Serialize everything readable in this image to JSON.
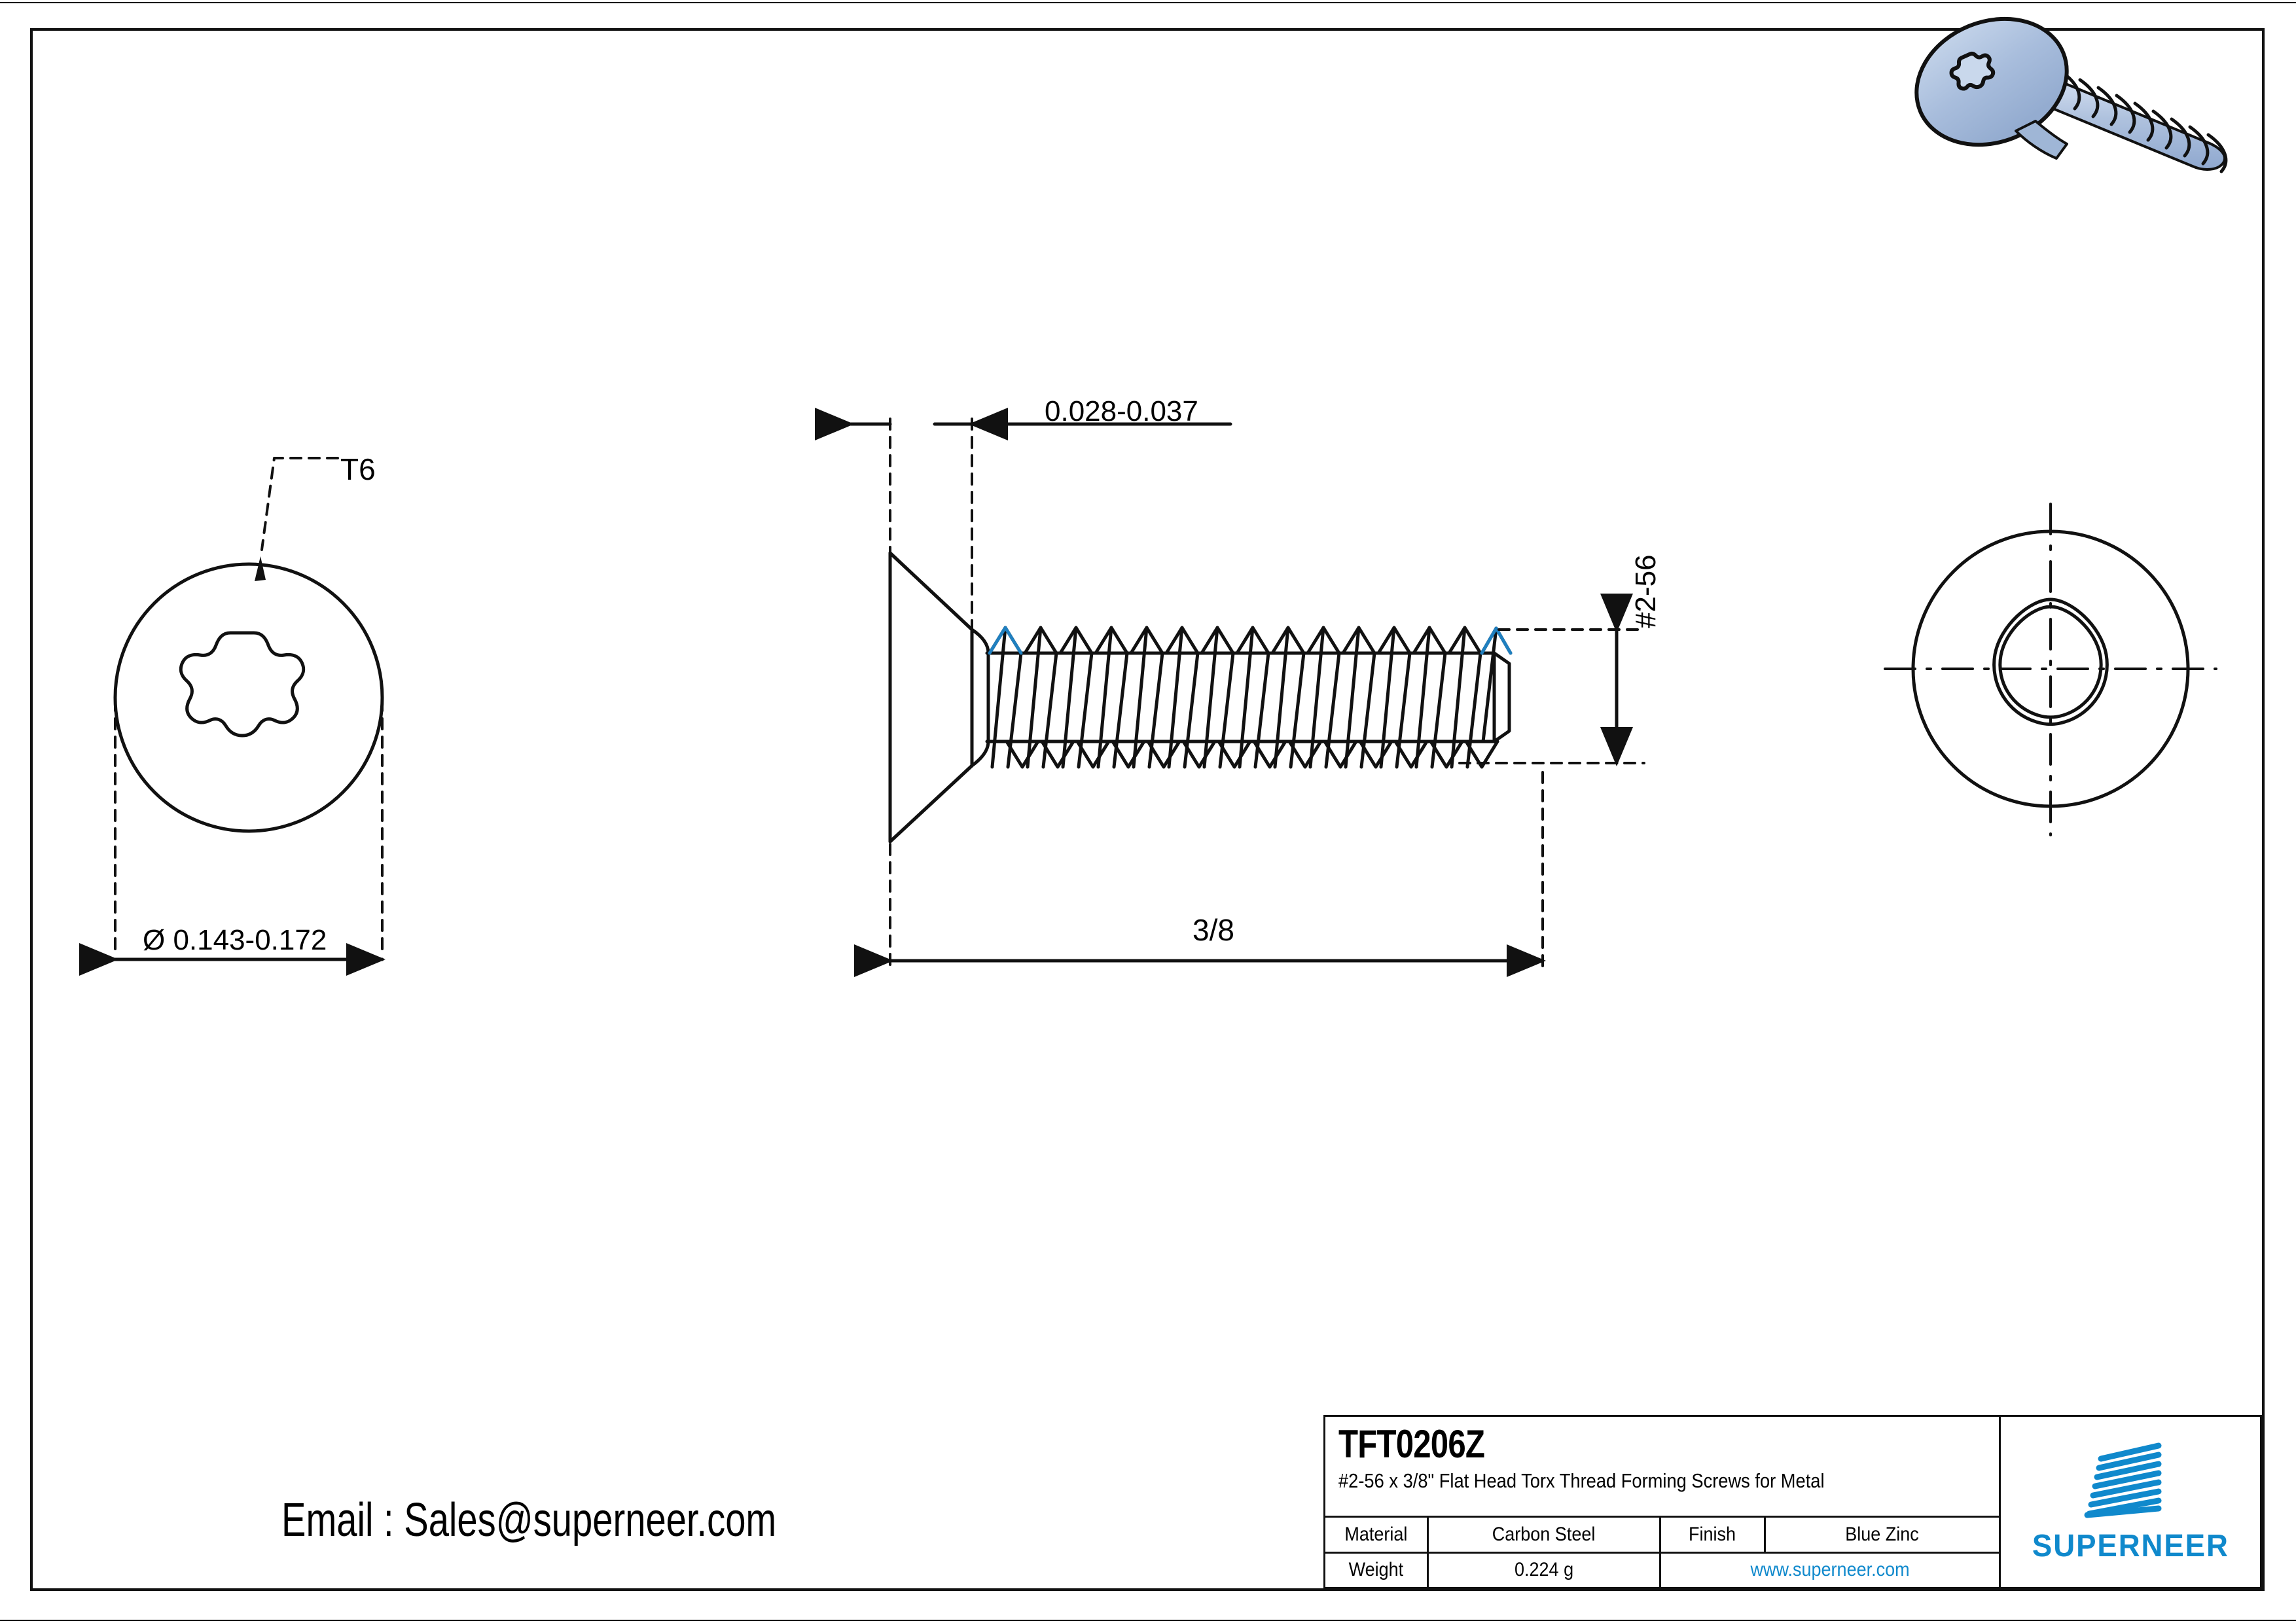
{
  "document": {
    "type": "engineering-drawing",
    "sheet_background": "#ffffff",
    "line_color": "#111111"
  },
  "colors": {
    "brand_blue": "#1089CC",
    "render_fill": "#A8BDDC",
    "render_fill_light": "#C6D6EA",
    "render_outline": "#111111",
    "accent_blue": "#1F7FBF"
  },
  "views": {
    "head_end_view": {
      "name": "head-end-view",
      "drive_callout": "T6",
      "diameter_dimension": "Ø  0.143-0.172"
    },
    "side_profile_view": {
      "name": "side-profile-view",
      "head_height_dimension": "0.028-0.037",
      "thread_spec_dimension": "#2-56",
      "length_dimension": "3/8"
    },
    "point_end_view": {
      "name": "point-end-view",
      "description": "tri-lobular point end with centerlines"
    },
    "isometric_render": {
      "name": "isometric-screw-render",
      "description": "3D blue zinc flat head torx thread forming screw"
    }
  },
  "contact": {
    "email_line": "Email : Sales@superneer.com"
  },
  "title_block": {
    "part_number": "TFT0206Z",
    "description": "#2-56 x 3/8\" Flat Head Torx Thread Forming Screws for Metal",
    "rows": [
      {
        "label": "Material",
        "value": "Carbon Steel",
        "label2": "Finish",
        "value2": "Blue Zinc"
      },
      {
        "label": "Weight",
        "value": "0.224 g",
        "wide_value": "www.superneer.com"
      }
    ],
    "logo": {
      "wordmark": "SUPERNEER",
      "mark_name": "superneer-stripes-logo",
      "bar_count": 8
    }
  }
}
